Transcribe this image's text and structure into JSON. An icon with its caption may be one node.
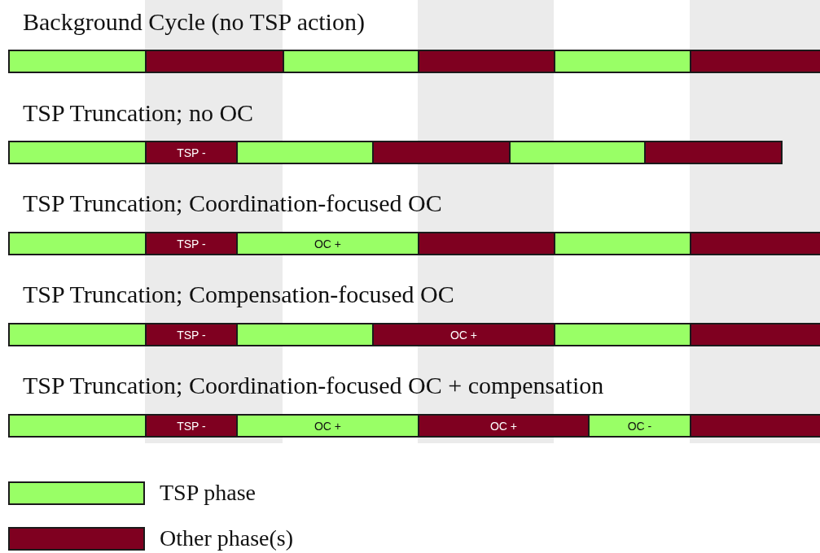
{
  "diagram": {
    "nodes": [
      {
        "text": [],
        "shape": "bar"
      },
      {
        "text": [],
        "shape": "bar"
      },
      {
        "text": [],
        "shape": "bar"
      },
      {
        "text": [],
        "shape": "bar"
      },
      {
        "text": [],
        "shape": "bar"
      },
      {
        "text": [],
        "shape": "bar"
      },
      {
        "text": [],
        "shape": "bar"
      },
      {
        "text": [
          "TSP -"
        ]
      },
      {
        "text": [],
        "shape": "bar"
      },
      {
        "text": [],
        "shape": "bar"
      },
      {
        "text": [],
        "shape": "bar"
      },
      {
        "text": [],
        "shape": "bar"
      },
      {
        "text": [],
        "shape": "bar"
      },
      {
        "text": [
          "TSP -"
        ]
      },
      {
        "text": [
          "OC +"
        ]
      },
      {
        "text": [],
        "shape": "bar"
      },
      {
        "text": [],
        "shape": "bar"
      },
      {
        "text": [],
        "shape": "bar"
      },
      {
        "text": [],
        "shape": "bar"
      },
      {
        "text": [
          "TSP -"
        ]
      },
      {
        "text": [],
        "shape": "bar"
      },
      {
        "text": [
          "OC +"
        ]
      },
      {
        "text": [],
        "shape": "bar"
      },
      {
        "text": [],
        "shape": "bar"
      },
      {
        "text": [],
        "shape": "bar"
      },
      {
        "text": [
          "TSP -"
        ]
      },
      {
        "text": [
          "OC +"
        ]
      },
      {
        "text": [
          "OC +"
        ]
      },
      {
        "text": [
          "OC -"
        ]
      },
      {
        "text": [],
        "shape": "bar"
      }
    ],
    "labels": [
      "Background Cycle (no TSP action)",
      "TSP Truncation; no OC",
      "TSP Truncation; Coordination-focused OC",
      "TSP Truncation; Compensation-focused OC",
      "TSP Truncation; Coordination-focused OC + compensation"
    ],
    "legend": [
      {
        "text": "TSP phase",
        "color": "#99ff66"
      },
      {
        "text": "Other phase(s)",
        "color": "#7f0020"
      }
    ]
  }
}
